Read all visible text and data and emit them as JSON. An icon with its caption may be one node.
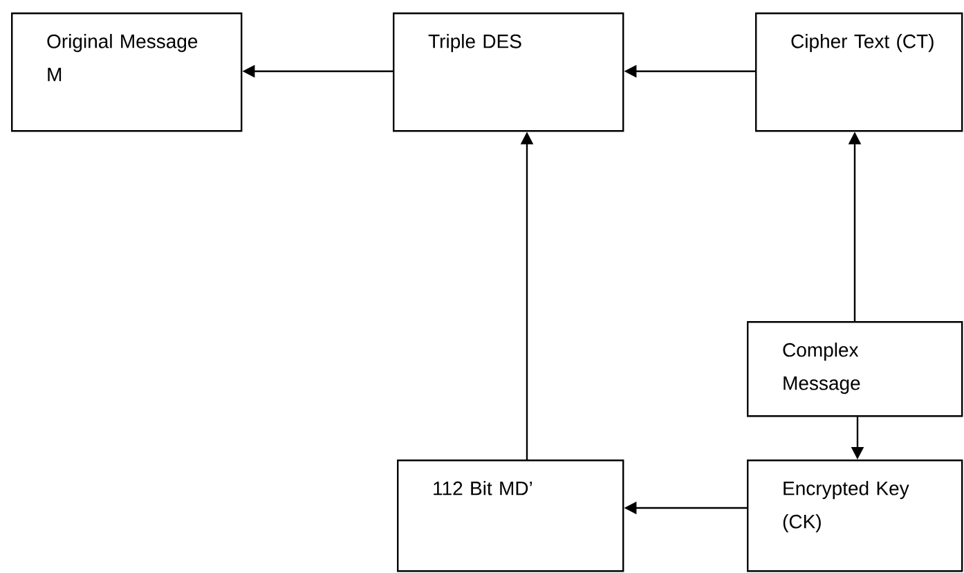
{
  "diagram": {
    "nodes": [
      {
        "text": [
          "Original Message M"
        ]
      },
      {
        "text": [
          "Triple DES"
        ]
      },
      {
        "text": [
          "Cipher Text (CT)"
        ]
      },
      {
        "text": [
          "Complex Message"
        ]
      },
      {
        "text": [
          "112 Bit MD’"
        ]
      },
      {
        "text": [
          "Encrypted Key (CK)"
        ]
      }
    ],
    "edges": [
      {
        "from": 1,
        "to": 0,
        "arrow": "to"
      },
      {
        "from": 2,
        "to": 1,
        "arrow": "to"
      },
      {
        "from": 3,
        "to": 2,
        "arrow": "to"
      },
      {
        "from": 3,
        "to": 5,
        "arrow": "to"
      },
      {
        "from": 5,
        "to": 4,
        "arrow": "to"
      },
      {
        "from": 4,
        "to": 1,
        "arrow": "to"
      }
    ]
  }
}
